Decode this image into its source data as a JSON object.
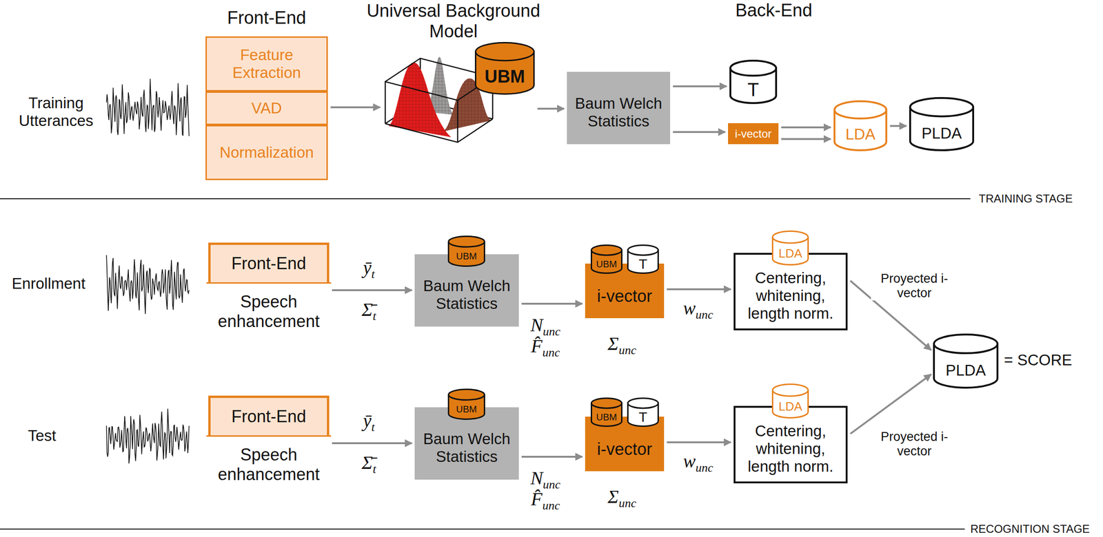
{
  "diagram": {
    "nodes": [
      {
        "text": [
          "Front-End"
        ]
      },
      {
        "text": [
          "Feature Extraction"
        ],
        "in": 0
      },
      {
        "text": [
          "VAD"
        ],
        "in": 0
      },
      {
        "text": [
          "Normalization"
        ],
        "in": 0
      },
      {
        "text": [
          "UBM"
        ]
      },
      {
        "text": [
          "Baum Welch Statistics"
        ]
      },
      {
        "text": [
          "T"
        ]
      },
      {
        "text": [
          "i-vector"
        ]
      },
      {
        "text": [
          "LDA"
        ]
      },
      {
        "text": [
          "PLDA"
        ]
      },
      {
        "text": [
          "Front-End"
        ]
      },
      {
        "text": [
          "Speech enhancement"
        ],
        "in": 10
      },
      {
        "text": [
          "Baum Welch Statistics"
        ]
      },
      {
        "text": [
          "UBM"
        ],
        "in": 12
      },
      {
        "text": [
          "i-vector"
        ]
      },
      {
        "text": [
          "UBM"
        ],
        "in": 14
      },
      {
        "text": [
          "T"
        ],
        "in": 14
      },
      {
        "text": [
          "Centering, whitening, length norm."
        ]
      },
      {
        "text": [
          "LDA"
        ],
        "in": 17
      },
      {
        "text": [
          "PLDA"
        ]
      },
      {
        "text": [
          "Front-End"
        ]
      },
      {
        "text": [
          "Speech enhancement"
        ],
        "in": 20
      },
      {
        "text": [
          "Baum Welch Statistics"
        ]
      },
      {
        "text": [
          "UBM"
        ],
        "in": 22
      },
      {
        "text": [
          "i-vector"
        ]
      },
      {
        "text": [
          "UBM"
        ],
        "in": 24
      },
      {
        "text": [
          "T"
        ],
        "in": 24
      },
      {
        "text": [
          "Centering, whitening, length norm."
        ]
      },
      {
        "text": [
          "LDA"
        ],
        "in": 27
      }
    ],
    "edges": [
      {
        "from": 0,
        "to": 4,
        "arrow": "to"
      },
      {
        "from": 4,
        "to": 5,
        "arrow": "to"
      },
      {
        "from": 5,
        "to": 6,
        "arrow": "to"
      },
      {
        "from": 5,
        "to": 7,
        "arrow": "to"
      },
      {
        "from": 7,
        "to": 8,
        "arrow": "to"
      },
      {
        "from": 7,
        "to": 8,
        "arrow": "to"
      },
      {
        "from": 8,
        "to": 9,
        "arrow": "to"
      },
      {
        "from": 10,
        "to": 12,
        "arrow": "to"
      },
      {
        "from": 12,
        "to": 14,
        "arrow": "to"
      },
      {
        "from": 14,
        "to": 17,
        "label": "wunc",
        "arrow": "to"
      },
      {
        "from": 17,
        "to": 19,
        "label": "Proyected i-vector",
        "arrow": "to"
      },
      {
        "from": 20,
        "to": 22,
        "arrow": "to"
      },
      {
        "from": 22,
        "to": 24,
        "arrow": "to"
      },
      {
        "from": 24,
        "to": 27,
        "label": "wunc",
        "arrow": "to"
      },
      {
        "from": 27,
        "to": 19,
        "label": "Proyected i-vector",
        "arrow": "to"
      }
    ],
    "labels": [
      "Universal Background Model",
      "Back-End",
      "Training Utterances",
      "TRAINING STAGE",
      "Enrollment",
      "ȳt",
      "Σ̄t",
      "Nunc",
      "F̂unc",
      "Σunc",
      "= SCORE",
      "Test",
      "ȳt",
      "Σ̄t",
      "Nunc",
      "F̂unc",
      "Σunc",
      "RECOGNITION STAGE"
    ]
  }
}
